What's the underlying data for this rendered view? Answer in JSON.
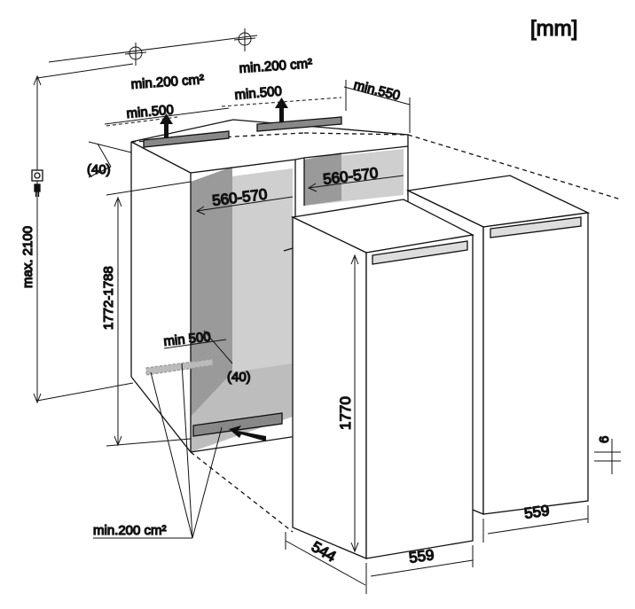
{
  "unit_label": "[mm]",
  "labels": {
    "top_vent_left": "min.200 cm²",
    "top_vent_right": "min.200 cm²",
    "top_depth_left": "min.500",
    "top_depth_right": "min.500",
    "top_depth_side": "min.550",
    "top_gap": "(40)",
    "niche_width_left": "560-570",
    "niche_width_right": "560-570",
    "max_height": "max. 2100",
    "niche_height": "1772-1788",
    "bottom_depth": "min 500",
    "bottom_gap": "(40)",
    "appliance_height": "1770",
    "plinth_gap": "6",
    "appliance_width_left": "559",
    "appliance_width_right": "559",
    "appliance_depth": "544",
    "bottom_vent": "min.200 cm²"
  },
  "colors": {
    "line": "#111111",
    "shade": "#9a9a9a",
    "light": "#cfcfcf",
    "vent": "#888888"
  }
}
